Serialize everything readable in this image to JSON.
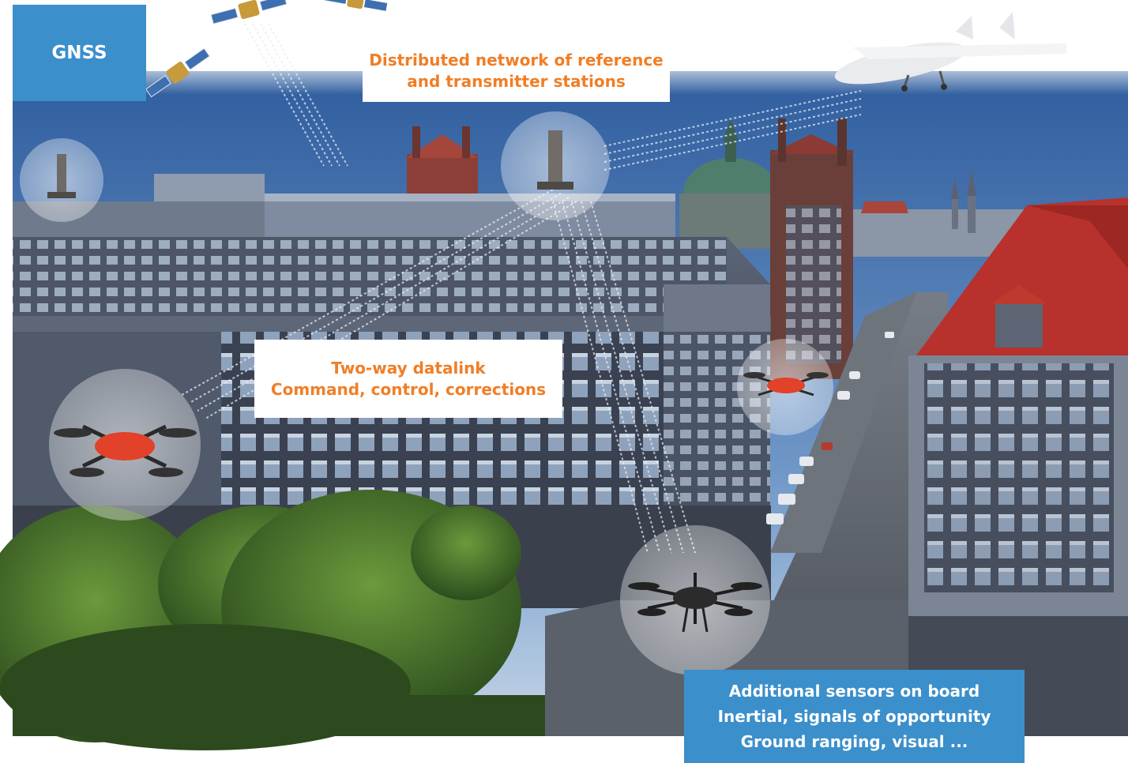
{
  "labels": {
    "gnss": "GNSS",
    "network": {
      "line1": "Distributed network of reference",
      "line2": "and transmitter stations"
    },
    "datalink": {
      "line1": "Two-way datalink",
      "line2": "Command, control, corrections"
    },
    "sensors": {
      "line1": "Additional sensors on board",
      "line2": "Inertial, signals of opportunity",
      "line3": "Ground ranging, visual ..."
    }
  },
  "icons": [
    "satellite-icon",
    "reference-station-icon",
    "fixed-wing-uav-icon",
    "quadcopter-drone-icon",
    "hexacopter-drone-icon",
    "binary-data-stream"
  ],
  "colors": {
    "accent_orange": "#f07e26",
    "box_blue": "#3b8fcb",
    "sky": "#3f6aa8",
    "drone_red": "#e2412a",
    "roof_red": "#b8312c"
  }
}
